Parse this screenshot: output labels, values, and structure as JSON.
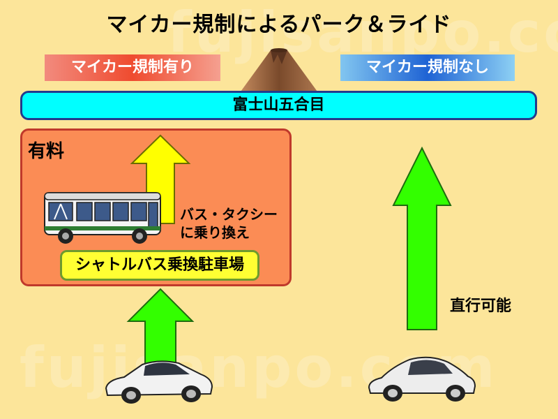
{
  "title": "マイカー規制によるパーク＆ライド",
  "labels": {
    "restricted": "マイカー規制有り",
    "unrestricted": "マイカー規制なし"
  },
  "summit": "富士山五合目",
  "paid_label": "有料",
  "transfer_text": {
    "line1": "バス・タクシー",
    "line2": "に乗り換え"
  },
  "shuttle_parking": "シャトルバス乗換駐車場",
  "direct_text": "直行可能",
  "watermark": "fujisanpo.com",
  "colors": {
    "background": "#FCE59A",
    "summit_bar": "#00FFFF",
    "paid_area": "#FB8C55",
    "shuttle_box": "#FFFF33",
    "green_arrow": "#33FF00",
    "yellow_arrow": "#FFFF00",
    "restricted_label": "#EF4B2F",
    "unrestricted_label": "#1F63D4"
  }
}
